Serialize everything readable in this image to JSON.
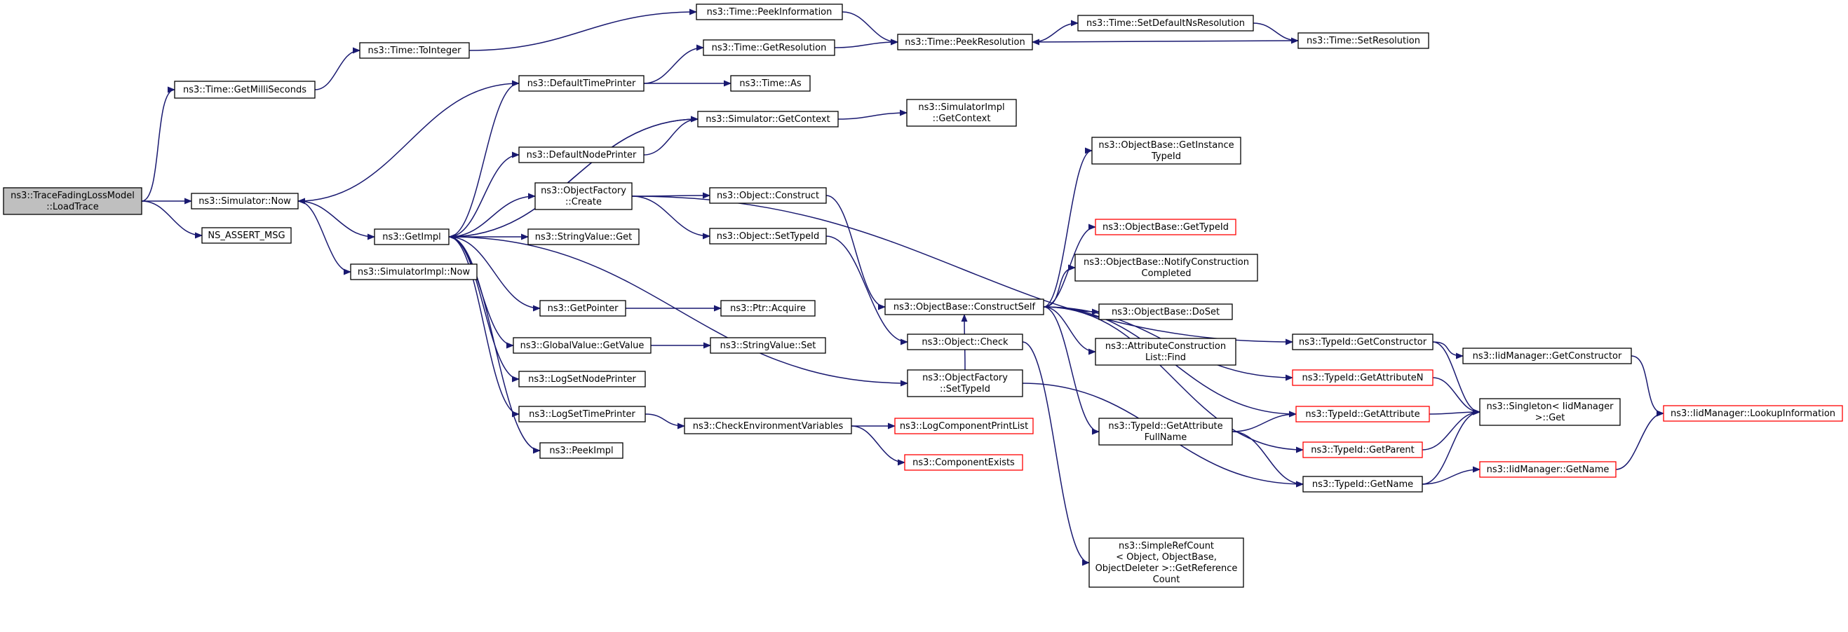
{
  "colors": {
    "edge": "#191970",
    "node_border": "#000000",
    "node_border_truncated": "#ff0000",
    "node_fill": "#ffffff",
    "root_fill": "#bfbfbf"
  },
  "nodes": [
    {
      "id": "root",
      "lines": [
        "ns3::TraceFadingLossModel",
        "::LoadTrace"
      ],
      "style": "root"
    },
    {
      "id": "getMilli",
      "lines": [
        "ns3::Time::GetMilliSeconds"
      ],
      "style": "normal"
    },
    {
      "id": "simNow",
      "lines": [
        "ns3::Simulator::Now"
      ],
      "style": "normal"
    },
    {
      "id": "assertMsg",
      "lines": [
        "NS_ASSERT_MSG"
      ],
      "style": "normal"
    },
    {
      "id": "toInteger",
      "lines": [
        "ns3::Time::ToInteger"
      ],
      "style": "normal"
    },
    {
      "id": "getImpl",
      "lines": [
        "ns3::GetImpl"
      ],
      "style": "normal"
    },
    {
      "id": "simImplNow",
      "lines": [
        "ns3::SimulatorImpl::Now"
      ],
      "style": "normal"
    },
    {
      "id": "peekInfo",
      "lines": [
        "ns3::Time::PeekInformation"
      ],
      "style": "normal"
    },
    {
      "id": "defTimePrinter",
      "lines": [
        "ns3::DefaultTimePrinter"
      ],
      "style": "normal"
    },
    {
      "id": "defNodePrinter",
      "lines": [
        "ns3::DefaultNodePrinter"
      ],
      "style": "normal"
    },
    {
      "id": "objFactoryCreate",
      "lines": [
        "ns3::ObjectFactory",
        "::Create"
      ],
      "style": "normal"
    },
    {
      "id": "strValGet",
      "lines": [
        "ns3::StringValue::Get"
      ],
      "style": "normal"
    },
    {
      "id": "getPointer",
      "lines": [
        "ns3::GetPointer"
      ],
      "style": "normal"
    },
    {
      "id": "gvGetValue",
      "lines": [
        "ns3::GlobalValue::GetValue"
      ],
      "style": "normal"
    },
    {
      "id": "logSetNodePrinter",
      "lines": [
        "ns3::LogSetNodePrinter"
      ],
      "style": "normal"
    },
    {
      "id": "logSetTimePrinter",
      "lines": [
        "ns3::LogSetTimePrinter"
      ],
      "style": "normal"
    },
    {
      "id": "peekImpl",
      "lines": [
        "ns3::PeekImpl"
      ],
      "style": "normal"
    },
    {
      "id": "getResolution",
      "lines": [
        "ns3::Time::GetResolution"
      ],
      "style": "normal"
    },
    {
      "id": "timeAs",
      "lines": [
        "ns3::Time::As"
      ],
      "style": "normal"
    },
    {
      "id": "simGetContext",
      "lines": [
        "ns3::Simulator::GetContext"
      ],
      "style": "normal"
    },
    {
      "id": "objConstruct",
      "lines": [
        "ns3::Object::Construct"
      ],
      "style": "normal"
    },
    {
      "id": "objSetTypeId",
      "lines": [
        "ns3::Object::SetTypeId"
      ],
      "style": "normal"
    },
    {
      "id": "ptrAcquire",
      "lines": [
        "ns3::Ptr::Acquire"
      ],
      "style": "normal"
    },
    {
      "id": "strValSet",
      "lines": [
        "ns3::StringValue::Set"
      ],
      "style": "normal"
    },
    {
      "id": "checkEnv",
      "lines": [
        "ns3::CheckEnvironmentVariables"
      ],
      "style": "normal"
    },
    {
      "id": "peekResolution",
      "lines": [
        "ns3::Time::PeekResolution"
      ],
      "style": "normal"
    },
    {
      "id": "simImplGetContext",
      "lines": [
        "ns3::SimulatorImpl",
        "::GetContext"
      ],
      "style": "normal"
    },
    {
      "id": "objBaseConstructSelf",
      "lines": [
        "ns3::ObjectBase::ConstructSelf"
      ],
      "style": "normal"
    },
    {
      "id": "objCheck",
      "lines": [
        "ns3::Object::Check"
      ],
      "style": "normal"
    },
    {
      "id": "objFactorySetTypeId",
      "lines": [
        "ns3::ObjectFactory",
        "::SetTypeId"
      ],
      "style": "normal"
    },
    {
      "id": "logCompPrintList",
      "lines": [
        "ns3::LogComponentPrintList"
      ],
      "style": "truncated"
    },
    {
      "id": "compExists",
      "lines": [
        "ns3::ComponentExists"
      ],
      "style": "truncated"
    },
    {
      "id": "setDefaultNsRes",
      "lines": [
        "ns3::Time::SetDefaultNsResolution"
      ],
      "style": "normal"
    },
    {
      "id": "getInstanceTypeId",
      "lines": [
        "ns3::ObjectBase::GetInstance",
        "TypeId"
      ],
      "style": "normal"
    },
    {
      "id": "objBaseGetTypeId",
      "lines": [
        "ns3::ObjectBase::GetTypeId"
      ],
      "style": "truncated"
    },
    {
      "id": "notifyConstruction",
      "lines": [
        "ns3::ObjectBase::NotifyConstruction",
        "Completed"
      ],
      "style": "normal"
    },
    {
      "id": "doSet",
      "lines": [
        "ns3::ObjectBase::DoSet"
      ],
      "style": "normal"
    },
    {
      "id": "attrConstFind",
      "lines": [
        "ns3::AttributeConstruction",
        "List::Find"
      ],
      "style": "normal"
    },
    {
      "id": "typeIdGetAttrFullName",
      "lines": [
        "ns3::TypeId::GetAttribute",
        "FullName"
      ],
      "style": "normal"
    },
    {
      "id": "simpleRefCount",
      "lines": [
        "ns3::SimpleRefCount",
        "< Object, ObjectBase,",
        "ObjectDeleter >::GetReference",
        "Count"
      ],
      "style": "normal"
    },
    {
      "id": "setResolution",
      "lines": [
        "ns3::Time::SetResolution"
      ],
      "style": "normal"
    },
    {
      "id": "typeIdGetConstructor",
      "lines": [
        "ns3::TypeId::GetConstructor"
      ],
      "style": "normal"
    },
    {
      "id": "typeIdGetAttributeN",
      "lines": [
        "ns3::TypeId::GetAttributeN"
      ],
      "style": "truncated"
    },
    {
      "id": "typeIdGetAttribute",
      "lines": [
        "ns3::TypeId::GetAttribute"
      ],
      "style": "truncated"
    },
    {
      "id": "typeIdGetParent",
      "lines": [
        "ns3::TypeId::GetParent"
      ],
      "style": "truncated"
    },
    {
      "id": "typeIdGetName",
      "lines": [
        "ns3::TypeId::GetName"
      ],
      "style": "normal"
    },
    {
      "id": "iidMgrGetConstructor",
      "lines": [
        "ns3::IidManager::GetConstructor"
      ],
      "style": "normal"
    },
    {
      "id": "singletonGet",
      "lines": [
        "ns3::Singleton< IidManager",
        ">::Get"
      ],
      "style": "normal"
    },
    {
      "id": "iidMgrGetName",
      "lines": [
        "ns3::IidManager::GetName"
      ],
      "style": "truncated"
    },
    {
      "id": "iidMgrLookupInfo",
      "lines": [
        "ns3::IidManager::LookupInformation"
      ],
      "style": "truncated"
    }
  ],
  "edges": [
    [
      "root",
      "getMilli"
    ],
    [
      "root",
      "simNow"
    ],
    [
      "root",
      "assertMsg"
    ],
    [
      "getMilli",
      "toInteger"
    ],
    [
      "toInteger",
      "peekInfo"
    ],
    [
      "peekInfo",
      "peekResolution"
    ],
    [
      "simNow",
      "getImpl"
    ],
    [
      "simNow",
      "simImplNow"
    ],
    [
      "getImpl",
      "defTimePrinter"
    ],
    [
      "getImpl",
      "defNodePrinter"
    ],
    [
      "getImpl",
      "objFactoryCreate"
    ],
    [
      "getImpl",
      "strValGet"
    ],
    [
      "getImpl",
      "getPointer"
    ],
    [
      "getImpl",
      "gvGetValue"
    ],
    [
      "getImpl",
      "logSetNodePrinter"
    ],
    [
      "getImpl",
      "logSetTimePrinter"
    ],
    [
      "getImpl",
      "peekImpl"
    ],
    [
      "getImpl",
      "simGetContext"
    ],
    [
      "getImpl",
      "objFactorySetTypeId"
    ],
    [
      "defTimePrinter",
      "simNow"
    ],
    [
      "defTimePrinter",
      "getResolution"
    ],
    [
      "defTimePrinter",
      "timeAs"
    ],
    [
      "getResolution",
      "peekResolution"
    ],
    [
      "peekResolution",
      "setDefaultNsRes"
    ],
    [
      "setDefaultNsRes",
      "setResolution"
    ],
    [
      "setResolution",
      "peekResolution"
    ],
    [
      "defNodePrinter",
      "simGetContext"
    ],
    [
      "simGetContext",
      "getImpl"
    ],
    [
      "simGetContext",
      "simImplGetContext"
    ],
    [
      "objFactoryCreate",
      "objConstruct"
    ],
    [
      "objFactoryCreate",
      "objSetTypeId"
    ],
    [
      "objFactoryCreate",
      "typeIdGetConstructor"
    ],
    [
      "objConstruct",
      "objBaseConstructSelf"
    ],
    [
      "objSetTypeId",
      "objCheck"
    ],
    [
      "getPointer",
      "ptrAcquire"
    ],
    [
      "gvGetValue",
      "strValSet"
    ],
    [
      "logSetTimePrinter",
      "checkEnv"
    ],
    [
      "checkEnv",
      "logCompPrintList"
    ],
    [
      "checkEnv",
      "compExists"
    ],
    [
      "objFactorySetTypeId",
      "objBaseConstructSelf"
    ],
    [
      "objFactorySetTypeId",
      "typeIdGetName"
    ],
    [
      "objBaseConstructSelf",
      "getInstanceTypeId"
    ],
    [
      "objBaseConstructSelf",
      "objBaseGetTypeId"
    ],
    [
      "objBaseConstructSelf",
      "notifyConstruction"
    ],
    [
      "objBaseConstructSelf",
      "doSet"
    ],
    [
      "objBaseConstructSelf",
      "attrConstFind"
    ],
    [
      "objBaseConstructSelf",
      "typeIdGetAttrFullName"
    ],
    [
      "objBaseConstructSelf",
      "typeIdGetAttributeN"
    ],
    [
      "objBaseConstructSelf",
      "typeIdGetAttribute"
    ],
    [
      "objBaseConstructSelf",
      "typeIdGetParent"
    ],
    [
      "objCheck",
      "simpleRefCount"
    ],
    [
      "typeIdGetAttrFullName",
      "typeIdGetAttribute"
    ],
    [
      "typeIdGetAttrFullName",
      "typeIdGetName"
    ],
    [
      "typeIdGetConstructor",
      "iidMgrGetConstructor"
    ],
    [
      "typeIdGetConstructor",
      "singletonGet"
    ],
    [
      "typeIdGetAttributeN",
      "singletonGet"
    ],
    [
      "typeIdGetAttribute",
      "singletonGet"
    ],
    [
      "typeIdGetParent",
      "singletonGet"
    ],
    [
      "typeIdGetName",
      "singletonGet"
    ],
    [
      "typeIdGetName",
      "iidMgrGetName"
    ],
    [
      "iidMgrGetConstructor",
      "iidMgrLookupInfo"
    ],
    [
      "iidMgrGetName",
      "iidMgrLookupInfo"
    ]
  ]
}
